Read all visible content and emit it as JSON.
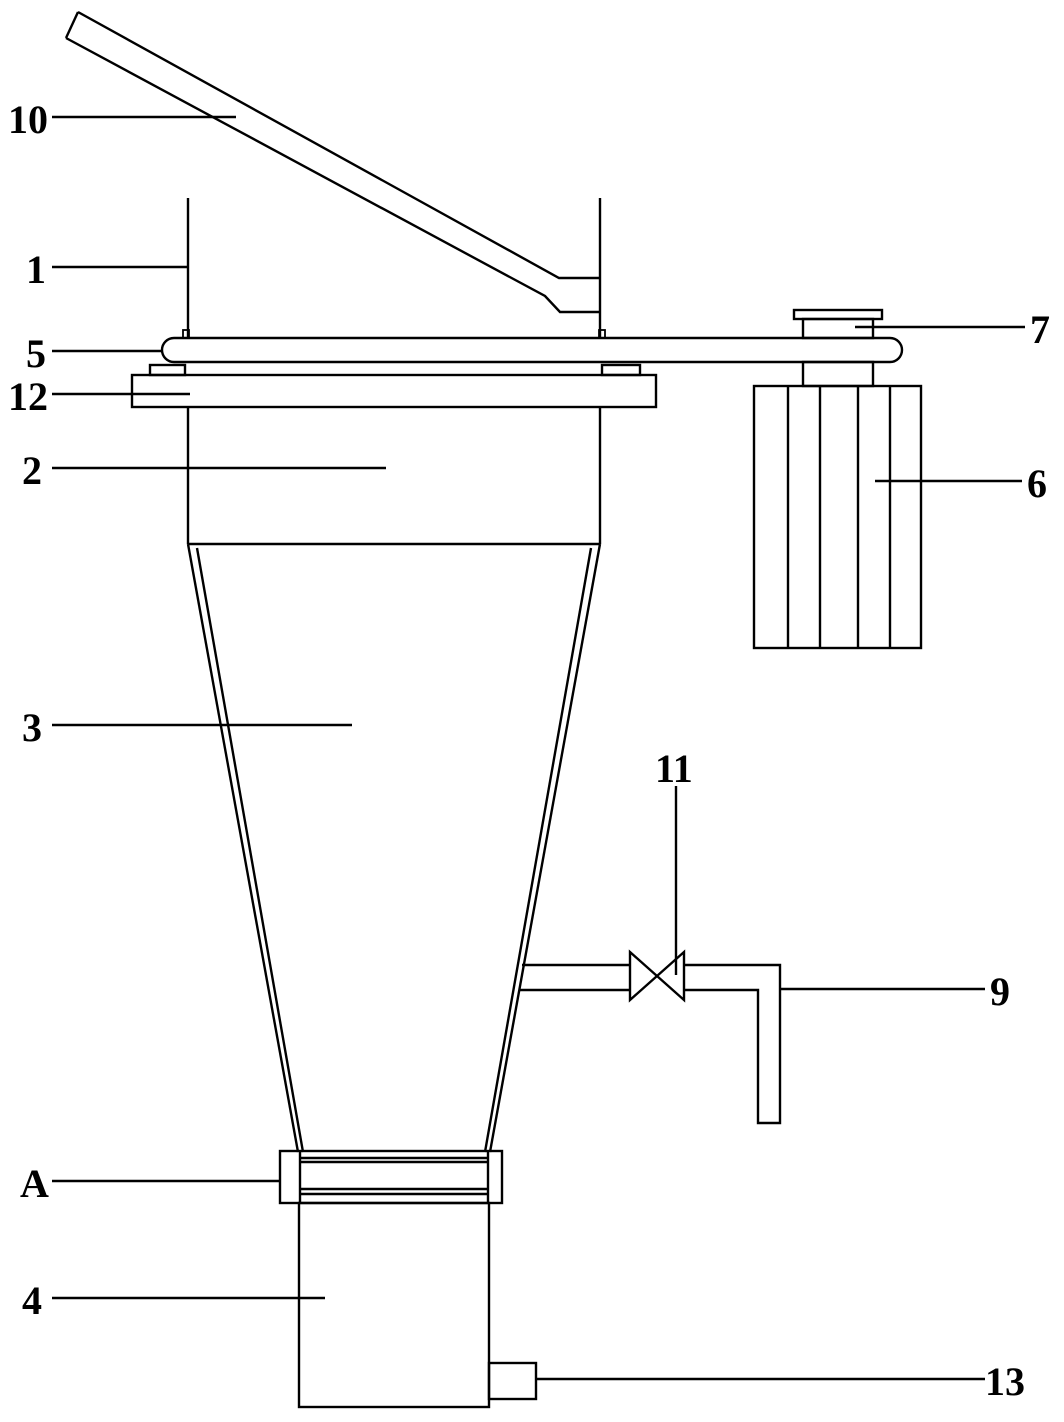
{
  "labels": {
    "part_1": "1",
    "part_2": "2",
    "part_3": "3",
    "part_4": "4",
    "part_5": "5",
    "part_6": "6",
    "part_7": "7",
    "part_9": "9",
    "part_10": "10",
    "part_11": "11",
    "part_12": "12",
    "part_13": "13",
    "part_A": "A"
  }
}
